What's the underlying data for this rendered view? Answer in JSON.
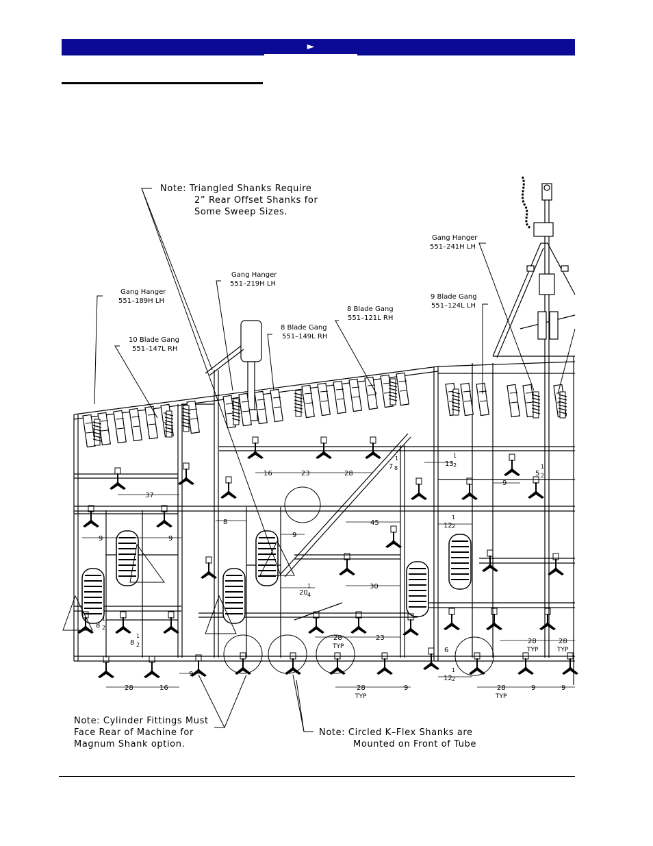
{
  "header": {
    "nav_arrow": "►"
  },
  "notes": {
    "triangled_1": "Note:  Triangled Shanks Require",
    "triangled_2": "2” Rear Offset Shanks for",
    "triangled_3": "Some Sweep Sizes.",
    "cylinder_1": "Note:  Cylinder Fittings Must",
    "cylinder_2": "Face Rear of Machine for",
    "cylinder_3": "Magnum Shank option.",
    "circled_1": "Note:   Circled K–Flex Shanks are",
    "circled_2": "Mounted on Front of Tube"
  },
  "callouts": {
    "gh189_1": "Gang Hanger",
    "gh189_2": "551–189H LH",
    "bg10_1": "10 Blade Gang",
    "bg10_2": "551–147L RH",
    "gh219_1": "Gang Hanger",
    "gh219_2": "551–219H LH",
    "bg8a_1": "8 Blade Gang",
    "bg8a_2": "551–149L RH",
    "bg8b_1": "8 Blade Gang",
    "bg8b_2": "551–121L RH",
    "gh241_1": "Gang Hanger",
    "gh241_2": "551–241H LH",
    "bg9_1": "9 Blade Gang",
    "bg9_2": "551–124L LH"
  },
  "dimensions": {
    "d37": "37",
    "d16a": "16",
    "d23a": "23",
    "d28a": "28",
    "d7": "7",
    "d1a": "1",
    "d8a": "8",
    "d13": "13",
    "d1b": "1",
    "d2b": "2",
    "d5": "5",
    "d1c": "1",
    "d2c": "2",
    "d9a": "9",
    "d9b": "9",
    "d9c": "9",
    "d9d": "9",
    "d8b": "8",
    "d45": "45",
    "d12a": "12",
    "d1d": "1",
    "d2d": "2",
    "d30": "30",
    "d20": "20",
    "d1e": "1",
    "d4e": "4",
    "d8c": "8",
    "d1f": "1",
    "d2f": "2",
    "d8d": "8",
    "d1g": "1",
    "d2g": "2",
    "d28typ1": "28",
    "typ1": "TYP",
    "d23b": "23",
    "d6": "6",
    "d28typ2": "28",
    "typ2": "TYP",
    "d28typ3": "28",
    "typ3": "TYP",
    "d28b": "28",
    "d16b": "16",
    "d9e": "9",
    "d28typ4": "28",
    "typ4": "TYP",
    "d9f": "9",
    "d12b": "12",
    "d1h": "1",
    "d2h": "2",
    "d28typ5": "28",
    "typ5": "TYP",
    "d9g": "9",
    "d9h": "9"
  }
}
